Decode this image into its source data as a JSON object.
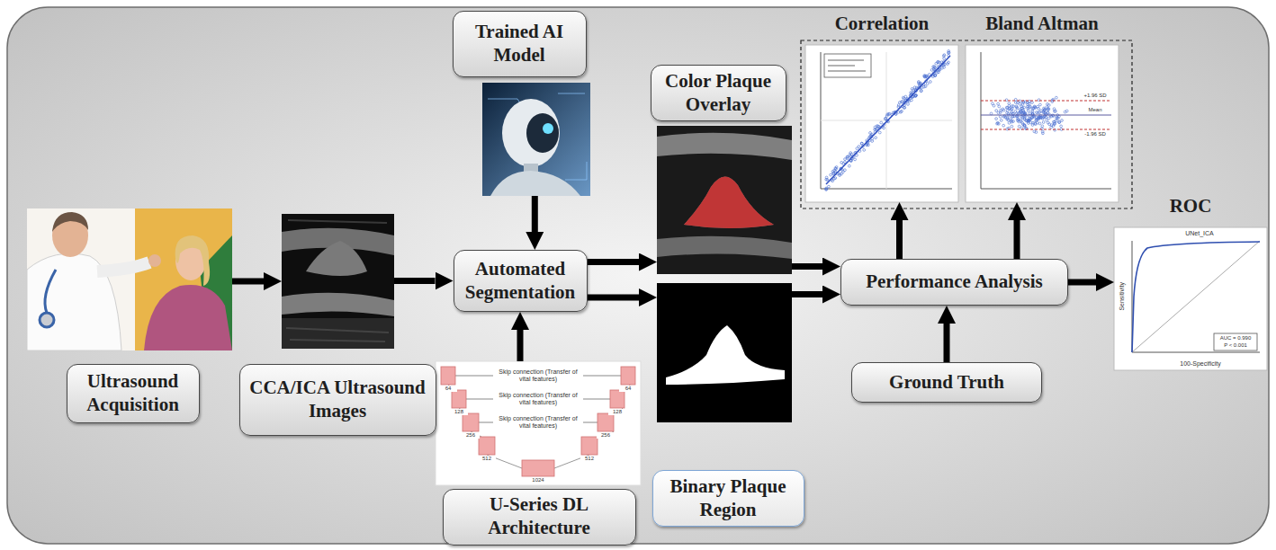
{
  "diagram": {
    "nodes": [
      {
        "text": [
          "Ultrasound Acquisition"
        ]
      },
      {
        "text": [
          "CCA/ICA Ultrasound Images"
        ]
      },
      {
        "text": [
          "Trained AI Model"
        ]
      },
      {
        "text": [
          "Automated Segmentation"
        ]
      },
      {
        "text": [
          "U-Series DL Architecture"
        ]
      },
      {
        "text": [
          "Color Plaque Overlay"
        ]
      },
      {
        "text": [
          "Binary Plaque Region"
        ]
      },
      {
        "text": [
          "Performance Analysis"
        ]
      },
      {
        "text": [
          "Ground Truth"
        ]
      },
      {
        "text": [
          "Correlation"
        ]
      },
      {
        "text": [
          "Bland Altman"
        ]
      },
      {
        "text": [
          "ROC"
        ]
      }
    ],
    "edges": [
      {
        "from": 0,
        "to": 1,
        "arrow": "to"
      },
      {
        "from": 1,
        "to": 3,
        "arrow": "to"
      },
      {
        "from": 2,
        "to": 3,
        "arrow": "to"
      },
      {
        "from": 4,
        "to": 3,
        "arrow": "to"
      },
      {
        "from": 3,
        "to": 5,
        "arrow": "to"
      },
      {
        "from": 3,
        "to": 6,
        "arrow": "to"
      },
      {
        "from": 5,
        "to": 7,
        "arrow": "to"
      },
      {
        "from": 6,
        "to": 7,
        "arrow": "to"
      },
      {
        "from": 8,
        "to": 7,
        "arrow": "to"
      },
      {
        "from": 7,
        "to": 9,
        "arrow": "to"
      },
      {
        "from": 7,
        "to": 10,
        "arrow": "to"
      },
      {
        "from": 7,
        "to": 11,
        "arrow": "to"
      }
    ],
    "labels": [
      "Skip connection (Transfer of vital features)",
      "Skip connection (Transfer of vital features)",
      "Skip connection (Transfer of vital features)",
      "64",
      "128",
      "256",
      "512",
      "1024",
      "512",
      "256",
      "128",
      "64",
      "UNet_ICA",
      "AUC = 0.990",
      "P < 0.001",
      "Sensitivity",
      "100-Specificity",
      "+1.96 SD",
      "Mean",
      "-1.96 SD"
    ]
  }
}
